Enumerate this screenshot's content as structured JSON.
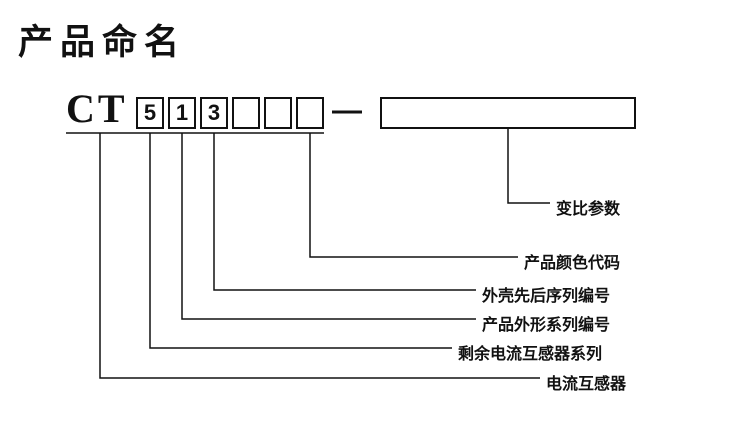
{
  "title": "产品命名",
  "code": {
    "prefix": "CT",
    "boxes": [
      "5",
      "1",
      "3",
      "",
      "",
      ""
    ],
    "separator": "—"
  },
  "labels": {
    "ratio_param": "变比参数",
    "color_code": "产品颜色代码",
    "shell_seq": "外壳先后序列编号",
    "shape_series": "产品外形系列编号",
    "residual_series": "剩余电流互感器系列",
    "current_transformer": "电流互感器"
  }
}
